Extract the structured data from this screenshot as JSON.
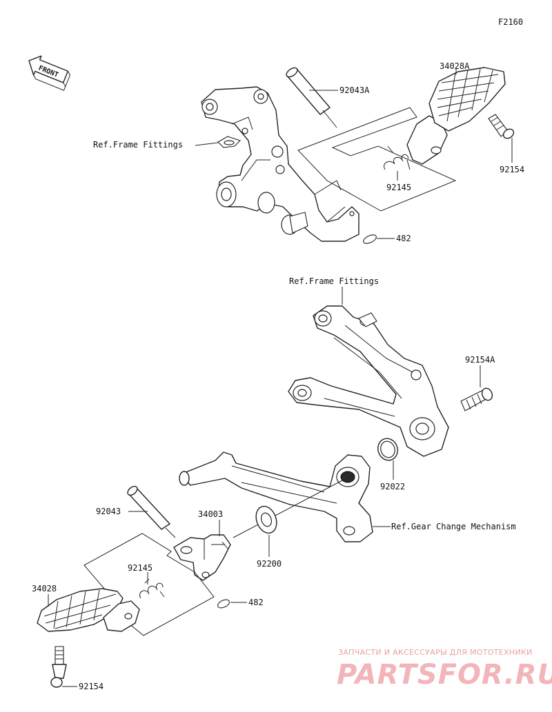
{
  "diagram": {
    "code": "F2160",
    "front_label": "FRONT",
    "labels": {
      "p92043A": "92043A",
      "p34028A": "34028A",
      "ref_frame_top": "Ref.Frame Fittings",
      "p92154_top": "92154",
      "p92145_top": "92145",
      "p482_top": "482",
      "ref_frame_mid": "Ref.Frame Fittings",
      "p92154A": "92154A",
      "p92022": "92022",
      "p92043": "92043",
      "p34003": "34003",
      "ref_gear": "Ref.Gear Change Mechanism",
      "p92200": "92200",
      "p92145_bot": "92145",
      "p34028": "34028",
      "p482_bot": "482",
      "p92154_bot": "92154"
    }
  },
  "watermark": {
    "tagline": "ЗАПЧАСТИ И АКСЕССУАРЫ ДЛЯ МОТОТЕХНИКИ",
    "brand": "PARTSFOR.RU"
  }
}
